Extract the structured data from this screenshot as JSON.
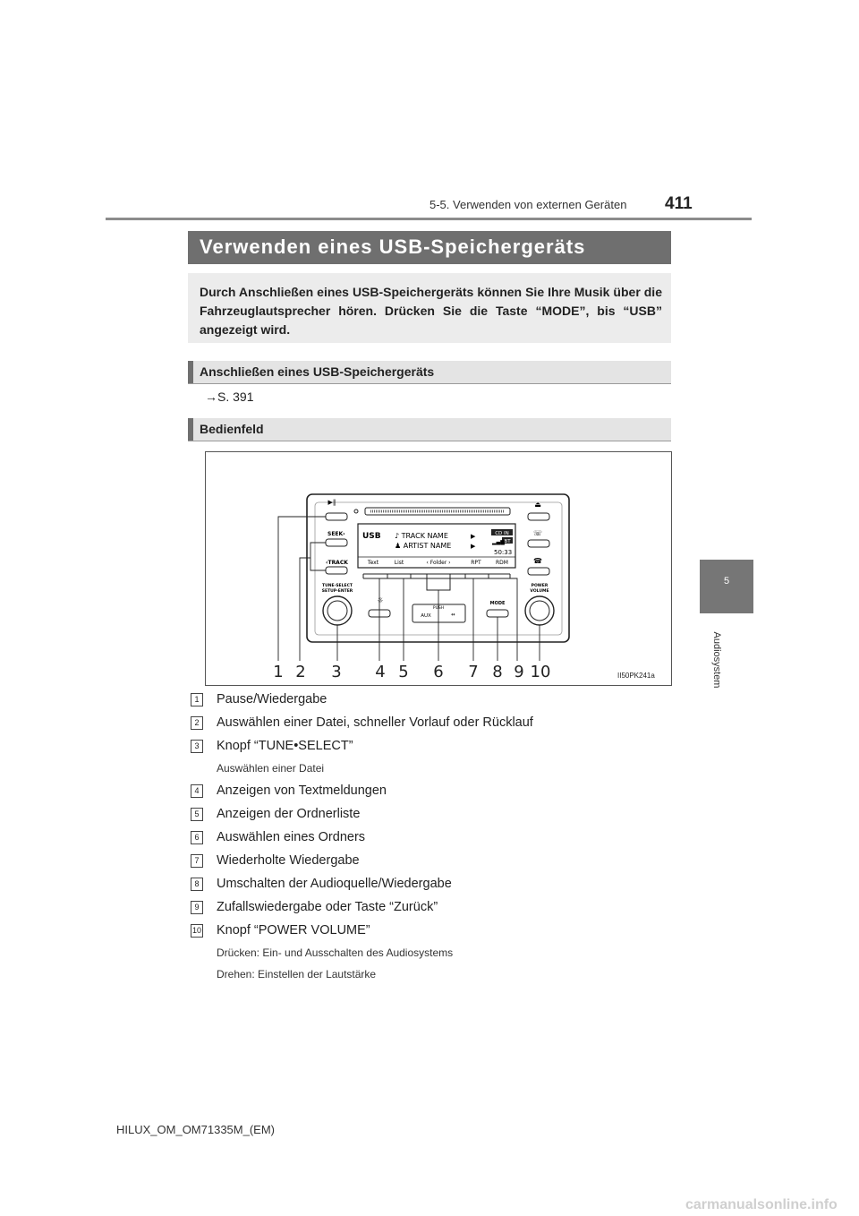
{
  "header": {
    "section": "5-5. Verwenden von externen Geräten",
    "page_number": "411"
  },
  "side": {
    "chapter_number": "5",
    "chapter_label": "Audiosystem"
  },
  "title": "Verwenden eines USB-Speichergeräts",
  "intro": "Durch Anschließen eines USB-Speichergeräts können Sie Ihre Musik über die Fahrzeuglautsprecher hören. Drücken Sie die Taste “MODE”, bis “USB” angezeigt wird.",
  "section_connect": {
    "heading": "Anschließen eines USB-Speichergeräts",
    "reference": "→S. 391"
  },
  "section_panel": {
    "heading": "Bedienfeld",
    "figure_code": "II50PK241a",
    "device": {
      "display_source": "USB",
      "track": "♪ TRACK NAME",
      "artist": "♟ ARTIST NAME",
      "cd_in": "CD IN",
      "bt": "BT",
      "time": "50:33",
      "softkeys": [
        "Text",
        "List",
        "‹ Folder ›",
        "RPT",
        "RDM"
      ],
      "seek_label": "SEEK›",
      "track_label": "‹TRACK",
      "tune_label_1": "TUNE·SELECT",
      "tune_label_2": "SETUP·ENTER",
      "power_label_1": "POWER",
      "power_label_2": "VOLUME",
      "mode_label": "MODE",
      "aux_label": "AUX",
      "push_label": "PUSH",
      "callouts": [
        "1",
        "2",
        "3",
        "4",
        "5",
        "6",
        "7",
        "8",
        "9",
        "10"
      ]
    }
  },
  "items": [
    {
      "num": "1",
      "label": "Pause/Wiedergabe"
    },
    {
      "num": "2",
      "label": "Auswählen einer Datei, schneller Vorlauf oder Rücklauf"
    },
    {
      "num": "3",
      "label": "Knopf “TUNE•SELECT”",
      "note": "Auswählen einer Datei"
    },
    {
      "num": "4",
      "label": "Anzeigen von Textmeldungen"
    },
    {
      "num": "5",
      "label": "Anzeigen der Ordnerliste"
    },
    {
      "num": "6",
      "label": "Auswählen eines Ordners"
    },
    {
      "num": "7",
      "label": "Wiederholte Wiedergabe"
    },
    {
      "num": "8",
      "label": "Umschalten der Audioquelle/Wiedergabe"
    },
    {
      "num": "9",
      "label": "Zufallswiedergabe oder Taste “Zurück”"
    },
    {
      "num": "10",
      "label": "Knopf “POWER VOLUME”",
      "note": "Drücken: Ein- und Ausschalten des Audiosystems",
      "note2": "Drehen: Einstellen der Lautstärke"
    }
  ],
  "footer": "HILUX_OM_OM71335M_(EM)",
  "watermark": "carmanualsonline.info"
}
